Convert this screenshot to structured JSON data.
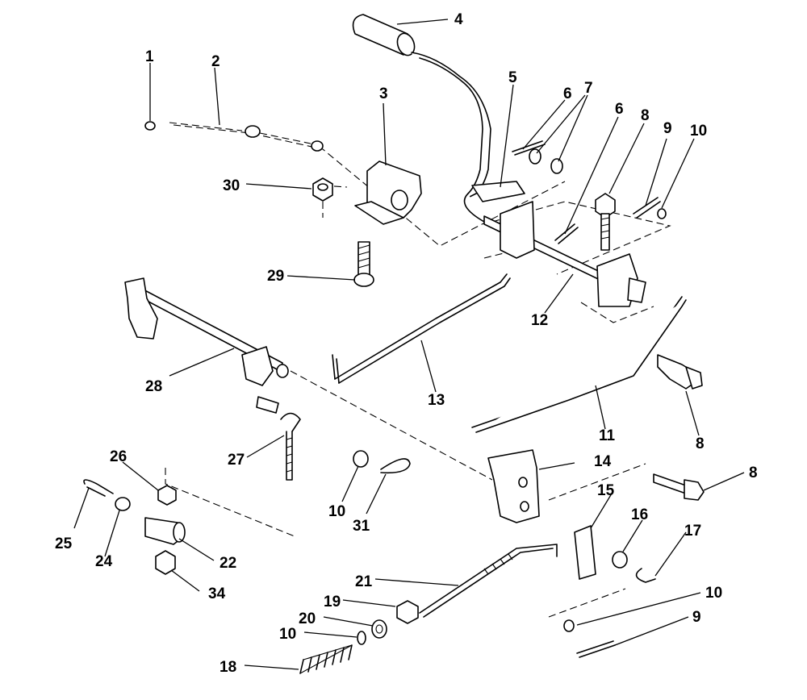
{
  "labels": [
    {
      "id": "1",
      "text": "1"
    },
    {
      "id": "2",
      "text": "2"
    },
    {
      "id": "3",
      "text": "3"
    },
    {
      "id": "4",
      "text": "4"
    },
    {
      "id": "5",
      "text": "5"
    },
    {
      "id": "6a",
      "text": "6"
    },
    {
      "id": "7",
      "text": "7"
    },
    {
      "id": "6b",
      "text": "6"
    },
    {
      "id": "8a",
      "text": "8"
    },
    {
      "id": "9a",
      "text": "9"
    },
    {
      "id": "10a",
      "text": "10"
    },
    {
      "id": "30",
      "text": "30"
    },
    {
      "id": "29",
      "text": "29"
    },
    {
      "id": "12",
      "text": "12"
    },
    {
      "id": "28",
      "text": "28"
    },
    {
      "id": "13",
      "text": "13"
    },
    {
      "id": "11",
      "text": "11"
    },
    {
      "id": "8b",
      "text": "8"
    },
    {
      "id": "27",
      "text": "27"
    },
    {
      "id": "26",
      "text": "26"
    },
    {
      "id": "14",
      "text": "14"
    },
    {
      "id": "8c",
      "text": "8"
    },
    {
      "id": "25",
      "text": "25"
    },
    {
      "id": "24",
      "text": "24"
    },
    {
      "id": "10b",
      "text": "10"
    },
    {
      "id": "31",
      "text": "31"
    },
    {
      "id": "15",
      "text": "15"
    },
    {
      "id": "16",
      "text": "16"
    },
    {
      "id": "17",
      "text": "17"
    },
    {
      "id": "22",
      "text": "22"
    },
    {
      "id": "34",
      "text": "34"
    },
    {
      "id": "21",
      "text": "21"
    },
    {
      "id": "10c",
      "text": "10"
    },
    {
      "id": "19",
      "text": "19"
    },
    {
      "id": "20",
      "text": "20"
    },
    {
      "id": "10d",
      "text": "10"
    },
    {
      "id": "9b",
      "text": "9"
    },
    {
      "id": "18",
      "text": "18"
    }
  ]
}
